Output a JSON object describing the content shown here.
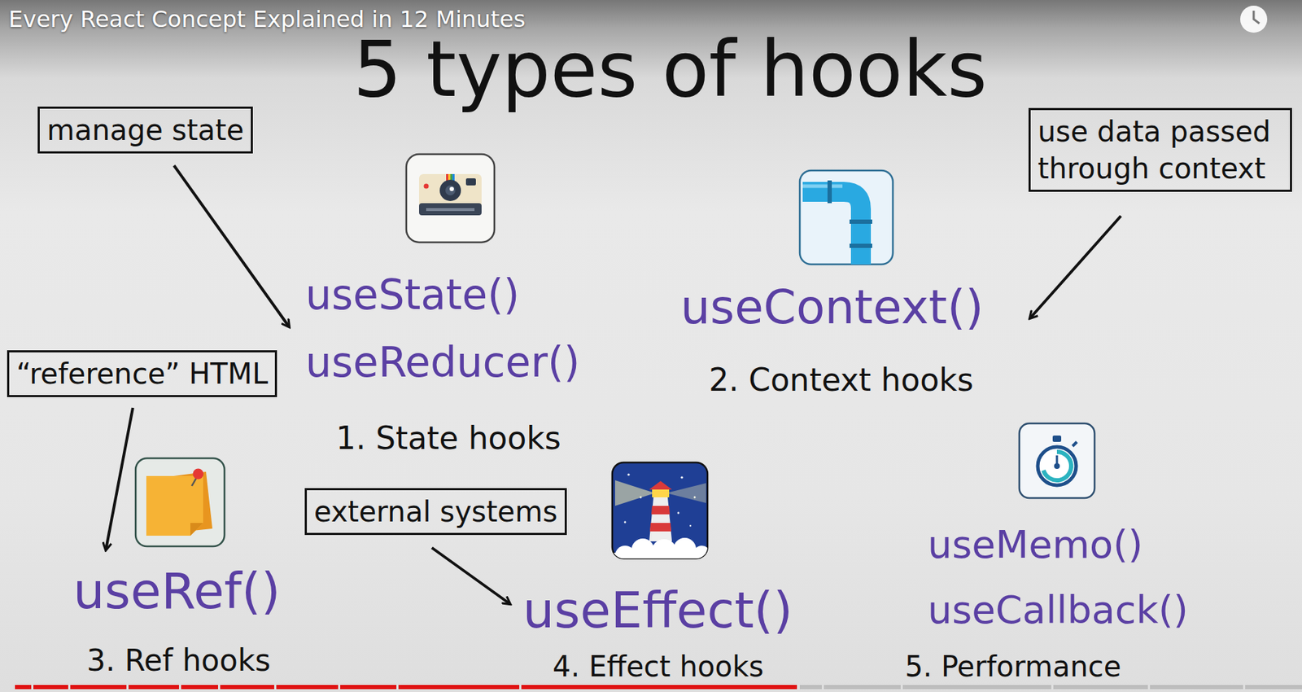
{
  "diagram": {
    "title": "5 types of hooks",
    "nodes": [
      {
        "text": [
          "manage state"
        ]
      },
      {
        "text": [
          "use data passed through context"
        ]
      },
      {
        "text": [
          "“reference” HTML"
        ]
      },
      {
        "text": [
          "external systems"
        ]
      }
    ],
    "labels": [
      "Every React Concept Explained in 12 Minutes",
      "useState()",
      "useReducer()",
      "1. State hooks",
      "useContext()",
      "2. Context hooks",
      "useRef()",
      "3. Ref hooks",
      "useEffect()",
      "4. Effect hooks",
      "useMemo()",
      "useCallback()",
      "5. Performance"
    ]
  }
}
